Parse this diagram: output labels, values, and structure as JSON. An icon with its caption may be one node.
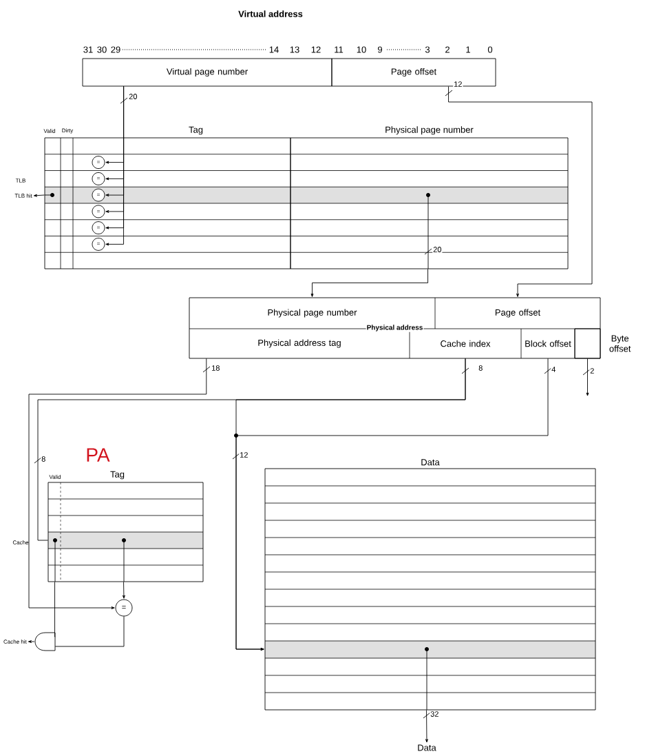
{
  "diagram": {
    "nodes": [
      {
        "text": [
          "Virtual page number"
        ]
      },
      {
        "text": [
          "Page offset"
        ]
      },
      {
        "text": [
          "Tag"
        ]
      },
      {
        "text": [
          "Physical page number"
        ]
      },
      {
        "text": [
          "="
        ],
        "in": 2
      },
      {
        "text": [
          "="
        ],
        "in": 2
      },
      {
        "text": [
          "="
        ],
        "in": 2
      },
      {
        "text": [
          "="
        ],
        "in": 2
      },
      {
        "text": [
          "="
        ],
        "in": 2
      },
      {
        "text": [
          "="
        ],
        "in": 2
      },
      {
        "text": [
          "TLB hit"
        ]
      },
      {
        "text": [
          "Physical address"
        ]
      },
      {
        "text": [
          "Physical page number"
        ],
        "in": 11
      },
      {
        "text": [
          "Page offset"
        ],
        "in": 11
      },
      {
        "text": [
          "Physical address tag"
        ],
        "in": 11
      },
      {
        "text": [
          "Cache index"
        ],
        "in": 11
      },
      {
        "text": [
          "Block offset"
        ],
        "in": 11
      },
      {
        "text": [],
        "shape": "box",
        "in": 11,
        "beside": [
          "Byte offset"
        ]
      },
      {
        "text": [
          "Tag"
        ]
      },
      {
        "text": [
          "="
        ]
      },
      {
        "text": [],
        "shape": "gate"
      },
      {
        "text": [
          "Cache hit"
        ]
      },
      {
        "text": [
          "Data"
        ]
      },
      {
        "text": [
          "Data"
        ]
      }
    ],
    "edges": [
      {
        "from": 0,
        "to": 4,
        "arrow": "to",
        "label": "20"
      },
      {
        "from": 0,
        "to": 5,
        "arrow": "to"
      },
      {
        "from": 0,
        "to": 6,
        "arrow": "to"
      },
      {
        "from": 0,
        "to": 7,
        "arrow": "to"
      },
      {
        "from": 0,
        "to": 8,
        "arrow": "to"
      },
      {
        "from": 0,
        "to": 9,
        "arrow": "to"
      },
      {
        "from": 2,
        "to": 10,
        "arrow": "to"
      },
      {
        "from": 3,
        "to": 12,
        "arrow": "to",
        "label": "20"
      },
      {
        "from": 1,
        "to": 13,
        "arrow": "to",
        "label": "12"
      },
      {
        "from": 14,
        "to": 19,
        "arrow": "to",
        "label": "18"
      },
      {
        "from": 15,
        "to": 18,
        "arrow": "none",
        "label": "8"
      },
      {
        "from": 15,
        "to": 22,
        "arrow": "to",
        "label": "12"
      },
      {
        "from": 16,
        "to": 22,
        "arrow": "to",
        "label": "4"
      },
      {
        "from": 17,
        "to": null,
        "arrow": "to",
        "label": "2"
      },
      {
        "from": 18,
        "to": 19,
        "arrow": "to"
      },
      {
        "from": 18,
        "to": 20,
        "arrow": "none"
      },
      {
        "from": 19,
        "to": 20,
        "arrow": "none"
      },
      {
        "from": 20,
        "to": 21,
        "arrow": "to"
      },
      {
        "from": 22,
        "to": 23,
        "arrow": "to",
        "label": "32"
      }
    ],
    "labels": [
      "Virtual address",
      "31",
      "30",
      "29",
      "14",
      "13",
      "12",
      "11",
      "10",
      "9",
      "3",
      "2",
      "1",
      "0",
      "Valid",
      "Dirty",
      "TLB",
      "8",
      "PA",
      "Valid",
      "Cache"
    ]
  }
}
